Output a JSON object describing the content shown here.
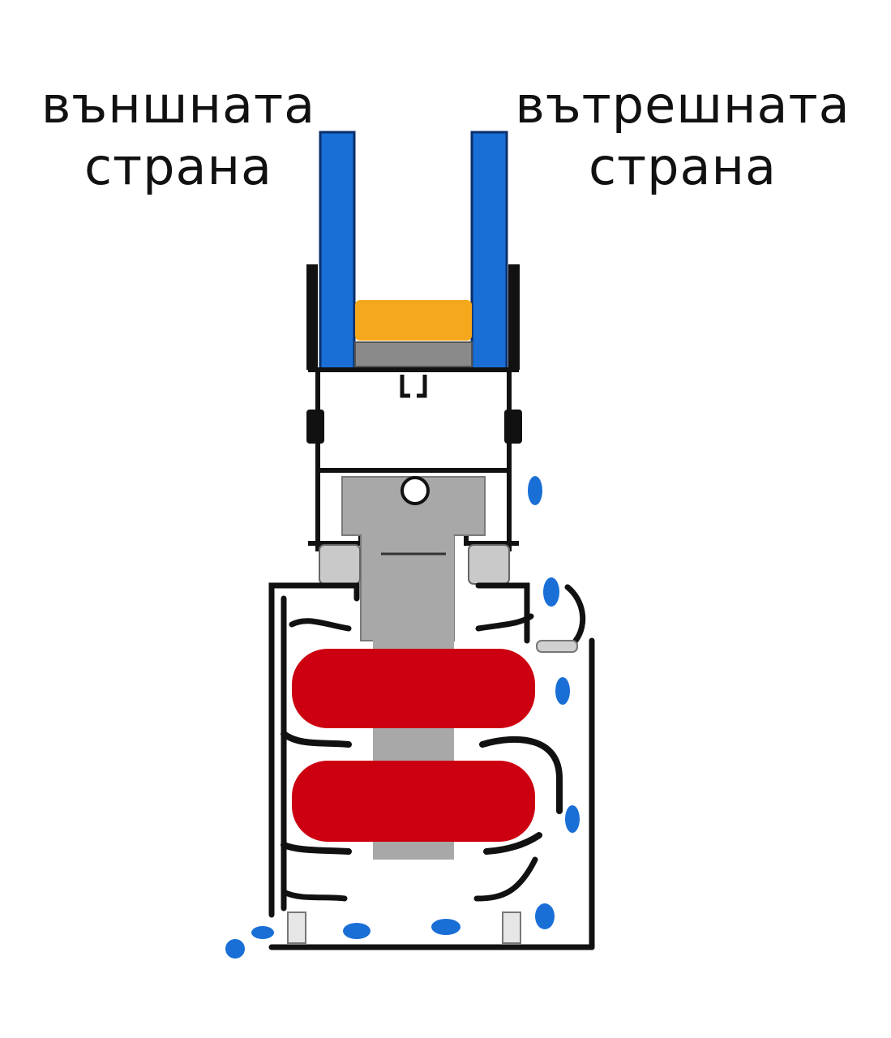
{
  "labels": {
    "outer_line1": "външната",
    "outer_line2": "страна",
    "inner_line1": "вътрешната",
    "inner_line2": "страна"
  },
  "colors": {
    "glass": "#1a6fd6",
    "glass_outline": "#0a2f6b",
    "spacer": "#f5a81c",
    "sealant": "#8a8a8a",
    "frame": "#111111",
    "insulation": "#cc0010",
    "core": "#a8a8a8",
    "water": "#1a6fd6",
    "gasket": "#c9c9c9"
  }
}
